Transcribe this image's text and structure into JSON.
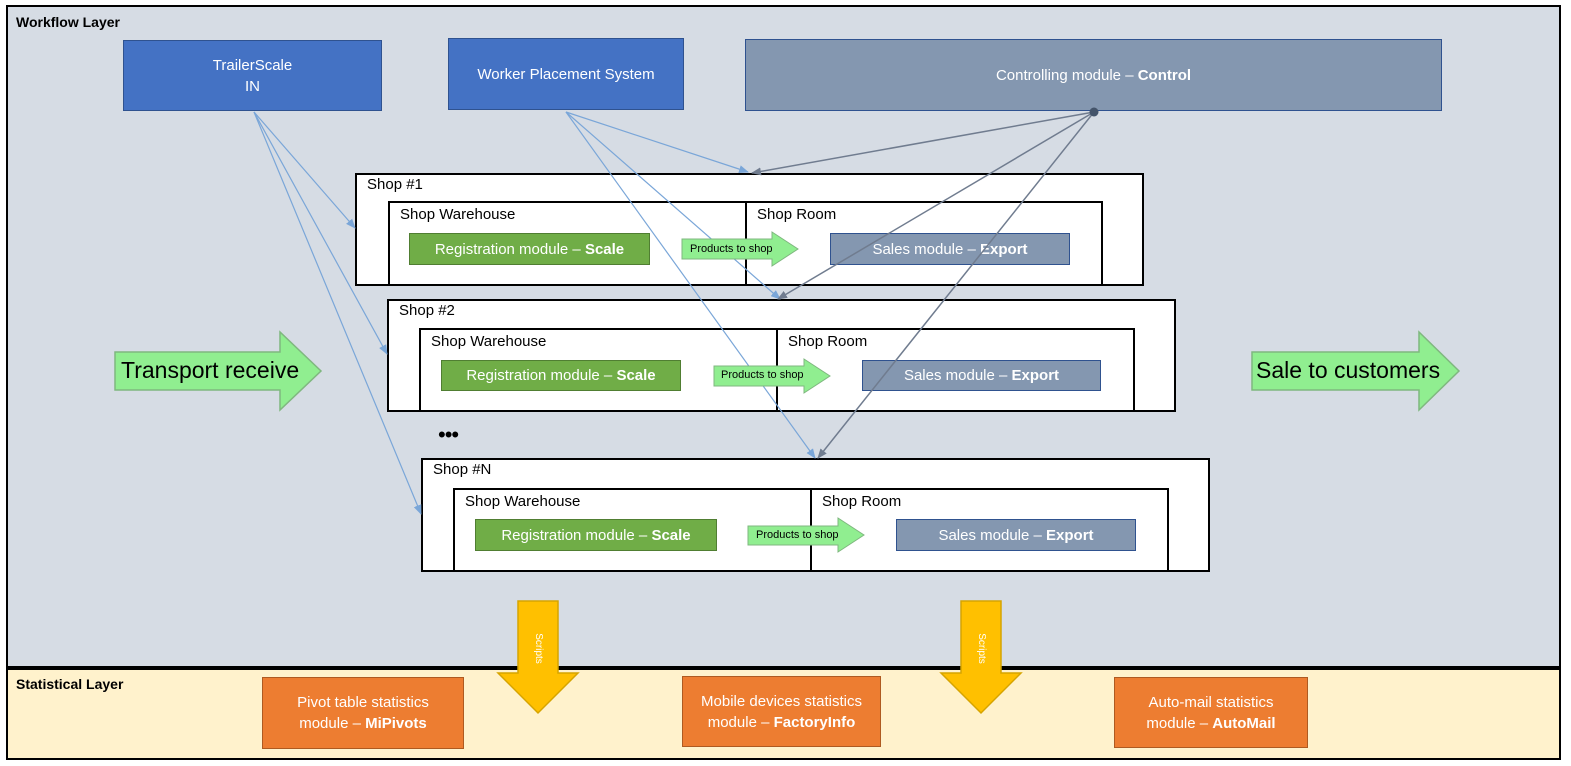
{
  "layers": {
    "workflow": "Workflow Layer",
    "statistical": "Statistical Layer"
  },
  "top_modules": {
    "trailerscale_line1": "TrailerScale",
    "trailerscale_line2": "IN",
    "worker_placement": "Worker Placement System",
    "controlling_prefix": "Controlling module – ",
    "controlling_bold": "Control"
  },
  "shops": [
    {
      "name": "Shop #1",
      "warehouse": "Shop Warehouse",
      "room": "Shop Room",
      "registration_prefix": "Registration module – ",
      "registration_bold": "Scale",
      "products": "Products to shop",
      "sales_prefix": "Sales module – ",
      "sales_bold": "Export"
    },
    {
      "name": "Shop #2",
      "warehouse": "Shop Warehouse",
      "room": "Shop Room",
      "registration_prefix": "Registration module – ",
      "registration_bold": "Scale",
      "products": "Products to shop",
      "sales_prefix": "Sales module – ",
      "sales_bold": "Export"
    },
    {
      "name": "Shop #N",
      "warehouse": "Shop Warehouse",
      "room": "Shop Room",
      "registration_prefix": "Registration module – ",
      "registration_bold": "Scale",
      "products": "Products to shop",
      "sales_prefix": "Sales module – ",
      "sales_bold": "Export"
    }
  ],
  "ellipsis": "•••",
  "transport_receive": "Transport receive",
  "sale_to_customers": "Sale to customers",
  "scripts": [
    "Scripts",
    "Scripts"
  ],
  "stat_modules": {
    "pivot_line1": "Pivot table statistics",
    "pivot_line2_prefix": "module – ",
    "pivot_line2_bold": "MiPivots",
    "mobile_line1": "Mobile devices statistics",
    "mobile_line2_prefix": "module – ",
    "mobile_line2_bold": "FactoryInfo",
    "automail_line1": "Auto-mail statistics",
    "automail_line2_prefix": "module – ",
    "automail_line2_bold": "AutoMail"
  },
  "colors": {
    "workflow_bg": "#d6dce4",
    "statistical_bg": "#fff2cc",
    "blue_module": "#4472c4",
    "gray_module": "#8497b0",
    "green_module": "#70ad47",
    "orange_module": "#ed7d31",
    "light_green_arrow": "#90ee90",
    "yellow_arrow": "#ffc000"
  }
}
